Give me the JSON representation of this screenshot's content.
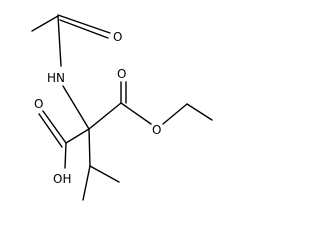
{
  "molecule": {
    "atom_labels": {
      "acetyl_oxygen": "O",
      "amide_nitrogen": "HN",
      "ester_carbonyl_oxygen": "O",
      "ester_ether_oxygen": "O",
      "acid_carbonyl_oxygen": "O",
      "acid_hydroxyl": "OH"
    },
    "colors": {
      "bond": "#000000",
      "label": "#000000",
      "background": "#ffffff"
    }
  }
}
